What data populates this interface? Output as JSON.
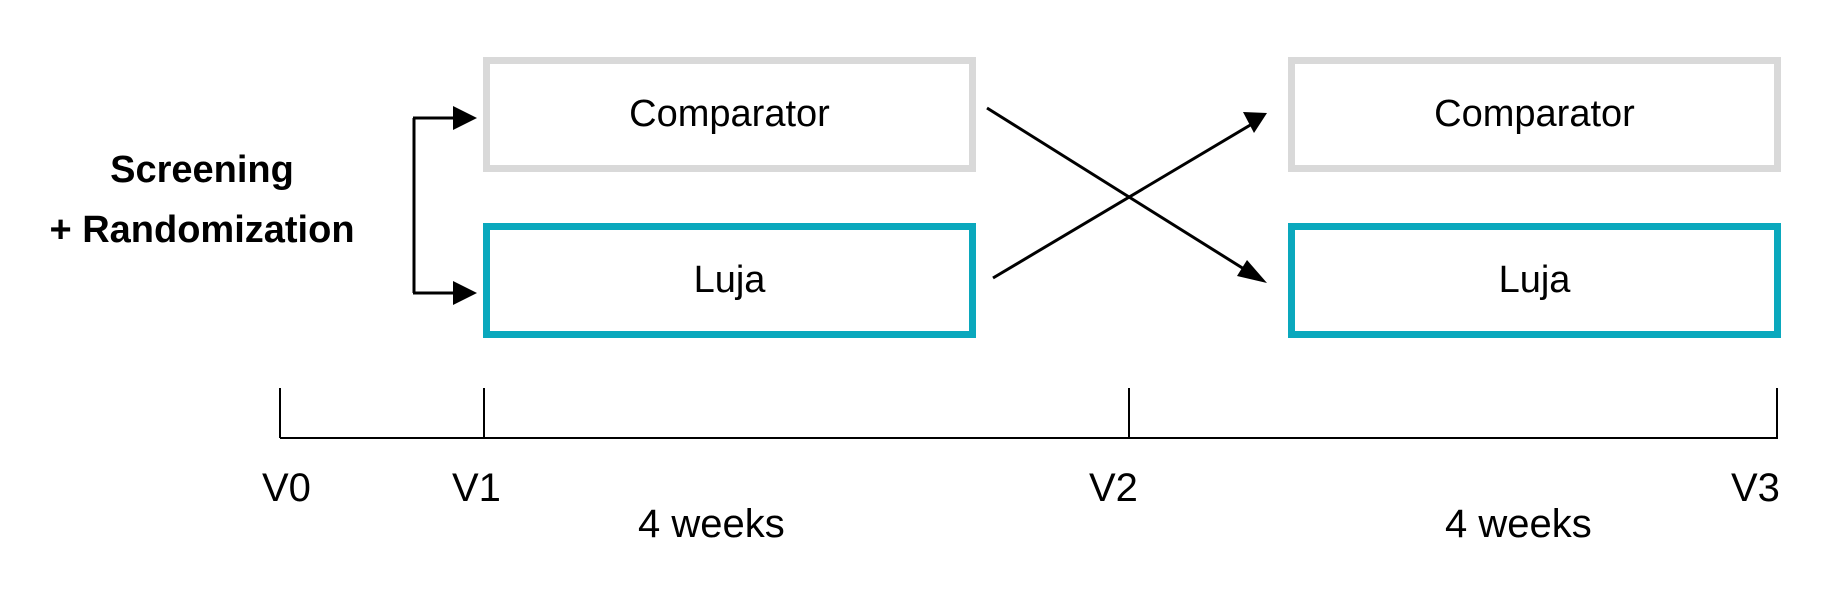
{
  "screening": {
    "line1": "Screening",
    "line2": "+ Randomization"
  },
  "period1": {
    "top_box": "Comparator",
    "bottom_box": "Luja"
  },
  "period2": {
    "top_box": "Comparator",
    "bottom_box": "Luja"
  },
  "timeline": {
    "visits": [
      "V0",
      "V1",
      "V2",
      "V3"
    ],
    "durations": [
      "4 weeks",
      "4 weeks"
    ]
  },
  "colors": {
    "comparator_border": "#d9d9d9",
    "luja_border": "#0aa8bd",
    "line": "#000000"
  }
}
